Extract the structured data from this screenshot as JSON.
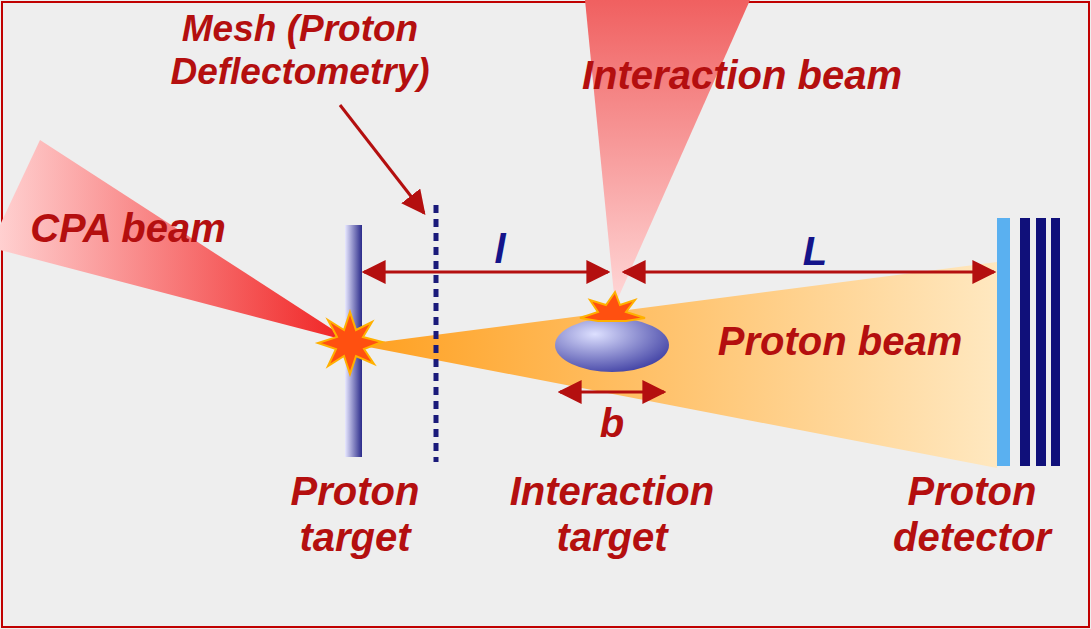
{
  "diagram": {
    "labels": [
      "Mesh (Proton Deflectometry)",
      "Interaction beam",
      "CPA beam",
      "l",
      "L",
      "Proton beam",
      "b",
      "Proton target",
      "Interaction target",
      "Proton detector"
    ]
  }
}
